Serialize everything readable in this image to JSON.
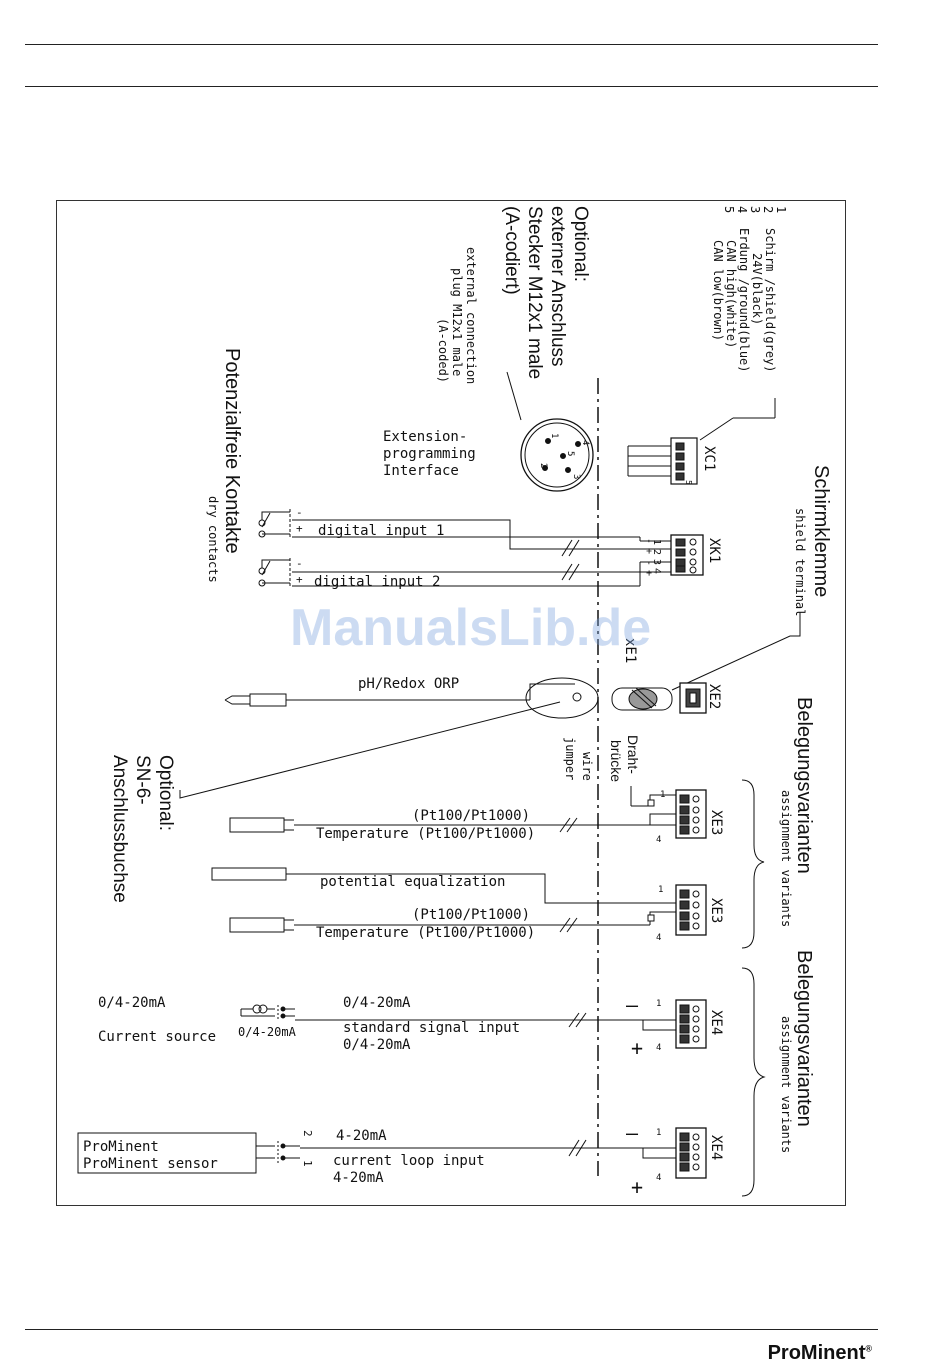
{
  "watermark": "ManualsLib.de",
  "footer": {
    "logo": "ProMinent",
    "reg": "®"
  },
  "xc1": {
    "ref": "XC1",
    "pin_5": "5",
    "pins": [
      {
        "num": "1",
        "text": "Schirm  /shield(grey)"
      },
      {
        "num": "2",
        "text": "24V(black)"
      },
      {
        "num": "3",
        "text": "Erdung  /ground(blue)"
      },
      {
        "num": "4",
        "text": "CAN high(white)"
      },
      {
        "num": "5",
        "text": "CAN low(brown)"
      }
    ]
  },
  "plug": {
    "de": [
      "Optional:",
      "externer Anschluss",
      "Stecker M12x1 male",
      "(A-codiert)"
    ],
    "en": [
      "external connection",
      "plug M12x1 male",
      "(A-coded)"
    ],
    "pins": [
      "1",
      "2",
      "3",
      "4",
      "5"
    ]
  },
  "extension": [
    "Extension-",
    "programming",
    "Interface"
  ],
  "shield": {
    "de": "Schirmklemme",
    "en": "shield terminal"
  },
  "dry": {
    "de": "Potenzialfreie Kontakte",
    "en": "dry contacts"
  },
  "xk1": {
    "ref": "XK1",
    "pins": [
      "1",
      "2",
      "3",
      "4"
    ],
    "inputs": [
      "digital input 1",
      "digital input 2"
    ],
    "minus": "-",
    "plus": "+"
  },
  "xe1": "xE1",
  "xe2": "XE2",
  "ph": "pH/Redox ORP",
  "jumper": {
    "de": [
      "Draht-",
      "brücke"
    ],
    "en": [
      "wire",
      "jumper"
    ]
  },
  "sn6": [
    "Optional:",
    "SN-6-",
    "Anschlussbuchse"
  ],
  "assign": {
    "de": "Belegungsvarianten",
    "en": "assignment variants"
  },
  "xe3": {
    "ref": "XE3",
    "pin_1": "1",
    "pin_4": "4",
    "pt": "(Pt100/Pt1000)",
    "temp": "Temperature (Pt100/Pt1000)",
    "pot": "potential equalization"
  },
  "xe4": {
    "ref": "XE4",
    "minus": "–",
    "plus": "+",
    "pin_1": "1",
    "pin_4": "4",
    "range": "0/4-20mA",
    "current_source": "Current source",
    "std_input": "standard signal input",
    "range_420": "4-20mA",
    "loop_input": "current loop input",
    "sensor_line1": "ProMinent",
    "sensor_line2": "ProMinent sensor",
    "wire_2": "2",
    "wire_1": "1"
  }
}
